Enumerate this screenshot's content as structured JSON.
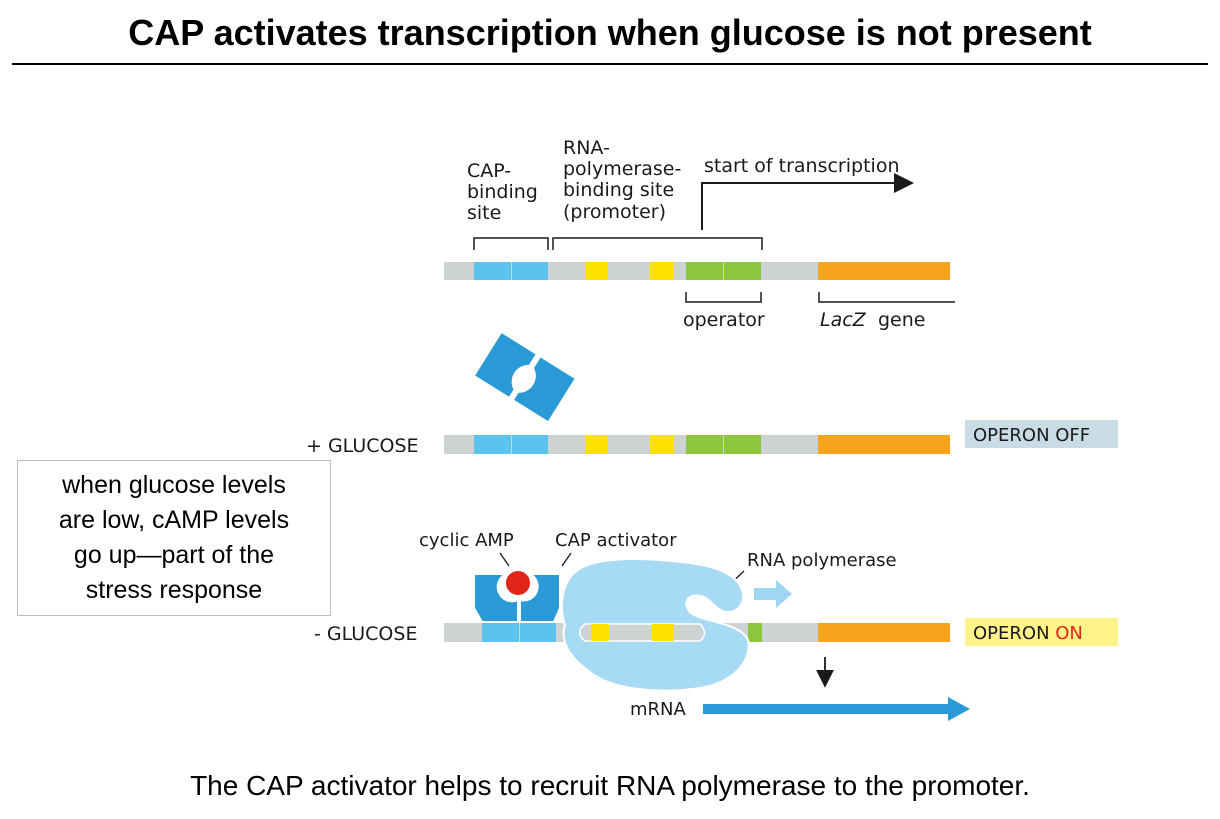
{
  "title": "CAP activates transcription when glucose is not present",
  "caption": "The CAP activator helps to recruit RNA polymerase to the promoter.",
  "callout": {
    "lines": [
      "when glucose levels",
      "are low, cAMP levels",
      "go up—part of the",
      "stress response"
    ]
  },
  "top_diagram": {
    "cap_site_label": [
      "CAP-",
      "binding",
      "site"
    ],
    "promoter_label": [
      "RNA-",
      "polymerase-",
      "binding site",
      "(promoter)"
    ],
    "start_label": "start of transcription",
    "operator_label": "operator",
    "lacz_label": "LacZ",
    "gene_label": "gene"
  },
  "plus_glucose": {
    "condition": "+ GLUCOSE",
    "status": "OPERON OFF"
  },
  "minus_glucose": {
    "condition": "- GLUCOSE",
    "status_prefix": "OPERON ",
    "status_on": "ON",
    "cyclic_amp_label": "cyclic AMP",
    "cap_activator_label": "CAP activator",
    "rna_polymerase_label": "RNA polymerase",
    "mrna_label": "mRNA"
  },
  "colors": {
    "dna_gray": "#cdd3d3",
    "cap_site_blue": "#5bc3ee",
    "promoter_yellow": "#ffe100",
    "operator_green": "#8cc63f",
    "lacz_orange": "#f6a41e",
    "cap_protein_blue": "#2a9ad6",
    "polymerase_blue": "#a6daf5",
    "camp_red": "#e1251b",
    "off_badge": "#c9dbe5",
    "on_badge": "#fff38a",
    "on_text": "#e1251b"
  }
}
